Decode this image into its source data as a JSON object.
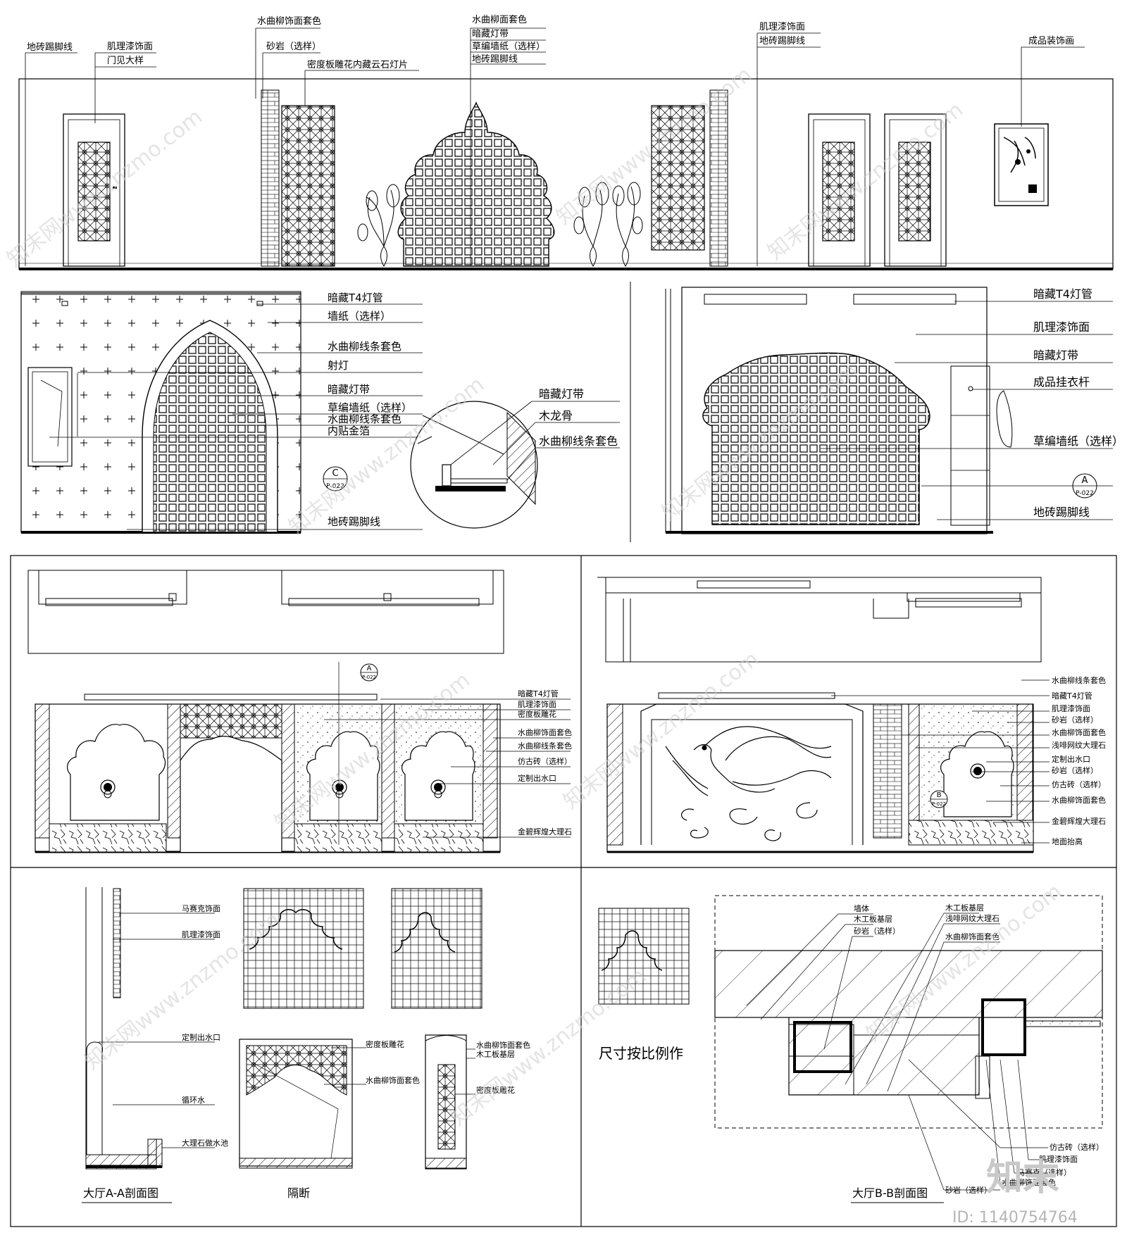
{
  "top_elevation": {
    "labels": [
      "地砖踢脚线",
      "肌理漆饰面",
      "门见大样",
      "水曲柳饰面套色",
      "砂岩（选样）",
      "密度板雕花内藏云石灯片",
      "水曲柳面套色",
      "暗藏灯带",
      "草编墙纸（选样）",
      "地砖踢脚线",
      "肌理漆饰面",
      "地砖踢脚线",
      "成品装饰画"
    ]
  },
  "mid_left": {
    "labels": [
      "暗藏T4灯管",
      "墙纸（选样）",
      "水曲柳线条套色",
      "射灯",
      "暗藏灯带",
      "草编墙纸（选样）",
      "水曲柳线条套色",
      "内贴金箔",
      "地砖踢脚线"
    ],
    "detail_labels": [
      "暗藏灯带",
      "木龙骨",
      "水曲柳线条套色"
    ],
    "callout_letter": "C",
    "callout_ref": "P-022"
  },
  "mid_right": {
    "labels": [
      "暗藏T4灯管",
      "肌理漆饰面",
      "暗藏灯带",
      "成品挂衣杆",
      "草编墙纸（选样）",
      "地砖踢脚线"
    ],
    "callout_letter": "A",
    "callout_ref": "P-022"
  },
  "panel3": {
    "labels": [
      "暗藏T4灯管",
      "肌理漆饰面",
      "密度板雕花",
      "水曲柳饰面套色",
      "水曲柳线条套色",
      "仿古砖（选样）",
      "定制出水口",
      "金碧辉煌大理石"
    ],
    "callout_letter": "A",
    "callout_ref": "P-022"
  },
  "panel4": {
    "labels": [
      "水曲柳线条套色",
      "暗藏T4灯管",
      "肌理漆饰面",
      "砂岩（选样）",
      "水曲柳饰面套色",
      "浅啡网纹大理石",
      "定制出水口",
      "砂岩（选样）",
      "仿古砖（选样）",
      "水曲柳饰面套色",
      "金碧辉煌大理石",
      "地面抬高"
    ],
    "callout_letter": "B",
    "callout_ref": "P-022"
  },
  "panel5": {
    "labels": [
      "马赛克饰面",
      "肌理漆饰面",
      "定制出水口",
      "循环水",
      "大理石做水池"
    ],
    "section_labels": [
      "密度板雕花",
      "水曲柳饰面套色",
      "水曲柳饰面套色",
      "木工板基层",
      "密度板雕花"
    ],
    "title_left": "大厅A-A剖面图",
    "title_mid": "隔断"
  },
  "panel6": {
    "labels_top": [
      "墙体",
      "木工板基层",
      "砂岩（选样）",
      "木工板基层",
      "浅啡网纹大理石",
      "水曲柳饰面套色"
    ],
    "labels_bottom": [
      "仿古砖（选样）",
      "肌理漆饰面",
      "马赛克（选样）",
      "水曲柳饰面套色",
      "砂岩（选样）"
    ],
    "scale_note": "尺寸按比例作",
    "title": "大厅B-B剖面图"
  },
  "watermark": {
    "text": "知末网www.znzmo.com",
    "brand": "知末",
    "id": "ID: 1140754764"
  }
}
